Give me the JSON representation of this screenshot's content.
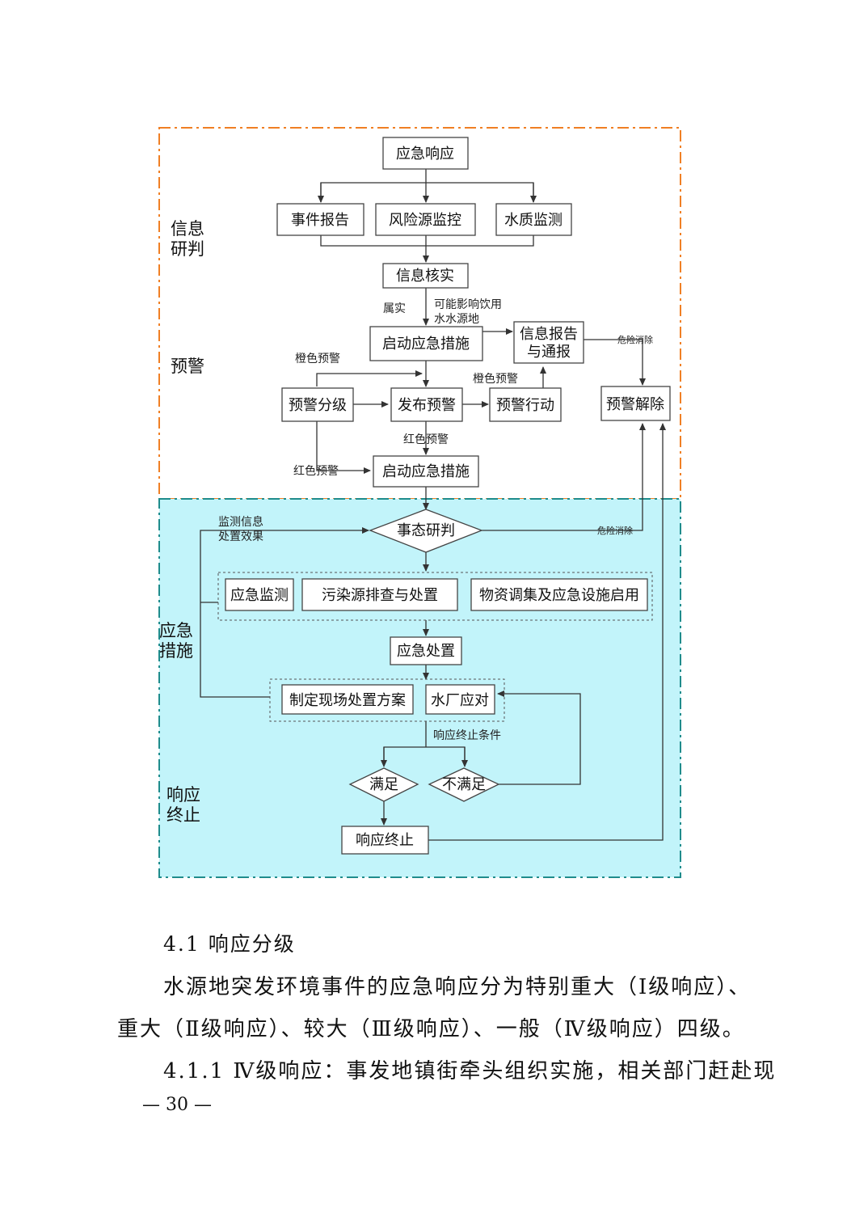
{
  "diagram": {
    "stages": {
      "info": "信息\n研判",
      "warning": "预警",
      "measures": "应急\n措施",
      "termination": "响应\n终止"
    },
    "nodes": {
      "emergency_response": "应急响应",
      "incident_report": "事件报告",
      "risk_monitoring": "风险源监控",
      "water_quality": "水质监测",
      "info_verify": "信息核实",
      "start_measures_1": "启动应急措施",
      "info_report": "信息报告\n与通报",
      "warning_level": "预警分级",
      "issue_warning": "发布预警",
      "warning_action": "预警行动",
      "warning_release": "预警解除",
      "start_measures_2": "启动应急措施",
      "situation_judge": "事态研判",
      "emergency_monitoring": "应急监测",
      "pollution_source": "污染源排查与处置",
      "material_dispatch": "物资调集及应急设施启用",
      "emergency_disposal": "应急处置",
      "site_plan": "制定现场处置方案",
      "water_plant": "水厂应对",
      "satisfied": "满足",
      "not_satisfied": "不满足",
      "response_end": "响应终止"
    },
    "edge_labels": {
      "confirmed": "属实",
      "may_affect": "可能影响饮用\n水水源地",
      "orange_1": "橙色预警",
      "orange_2": "橙色预警",
      "red_1": "红色预警",
      "red_2": "红色预警",
      "danger_cleared_1": "危险消除",
      "danger_cleared_2": "危险消除",
      "monitoring_info": "监测信息\n处置效果",
      "termination_condition": "响应终止条件"
    },
    "colors": {
      "top_border": "#f07f24",
      "bottom_border": "#1f8c8c",
      "bottom_fill": "#c2f4fa"
    }
  },
  "body_text": {
    "heading": "4.1 响应分级",
    "para1_line1": "水源地突发环境事件的应急响应分为特别重大（Ⅰ级响应）、",
    "para1_line2": "重大（Ⅱ级响应）、较大（Ⅲ级响应）、一般（Ⅳ级响应）四级。",
    "para2_line1": "4.1.1 Ⅳ级响应：事发地镇街牵头组织实施，相关部门赶赴现"
  },
  "page_number": "— 30 —"
}
